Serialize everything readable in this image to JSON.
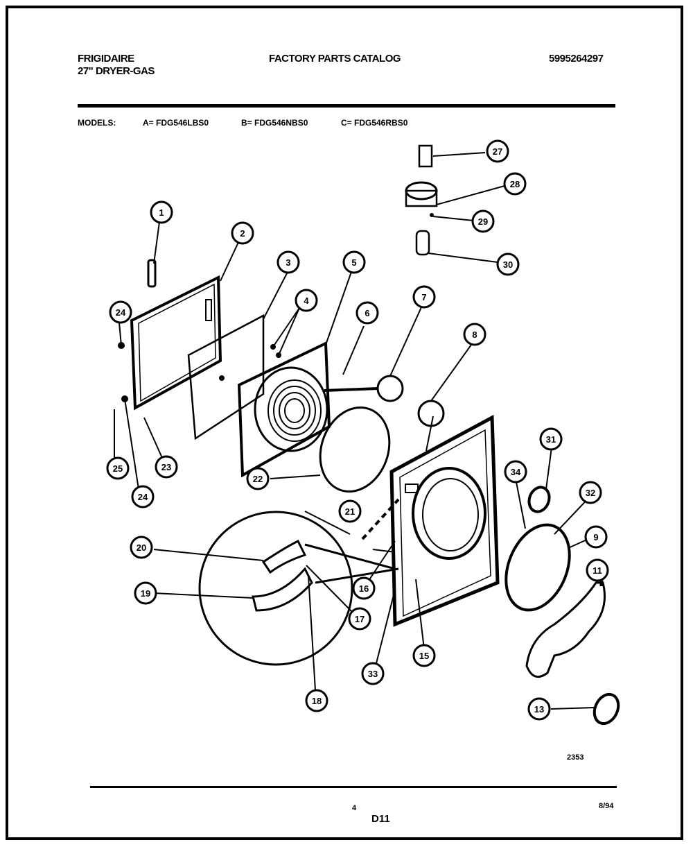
{
  "header": {
    "brand": "FRIGIDAIRE",
    "product": "27\" DRYER-GAS",
    "title": "FACTORY PARTS CATALOG",
    "catalog_number": "5995264297"
  },
  "models": {
    "label": "MODELS:",
    "a": "A= FDG546LBS0",
    "b": "B= FDG546NBS0",
    "c": "C= FDG546RBS0"
  },
  "callouts": [
    "1",
    "2",
    "3",
    "4",
    "5",
    "6",
    "7",
    "8",
    "9",
    "11",
    "13",
    "15",
    "16",
    "17",
    "18",
    "19",
    "20",
    "21",
    "22",
    "23",
    "24",
    "24",
    "25",
    "27",
    "28",
    "29",
    "30",
    "31",
    "32",
    "33",
    "34"
  ],
  "figure_number": "2353",
  "footer": {
    "page": "4",
    "section": "D11",
    "date": "8/94"
  }
}
